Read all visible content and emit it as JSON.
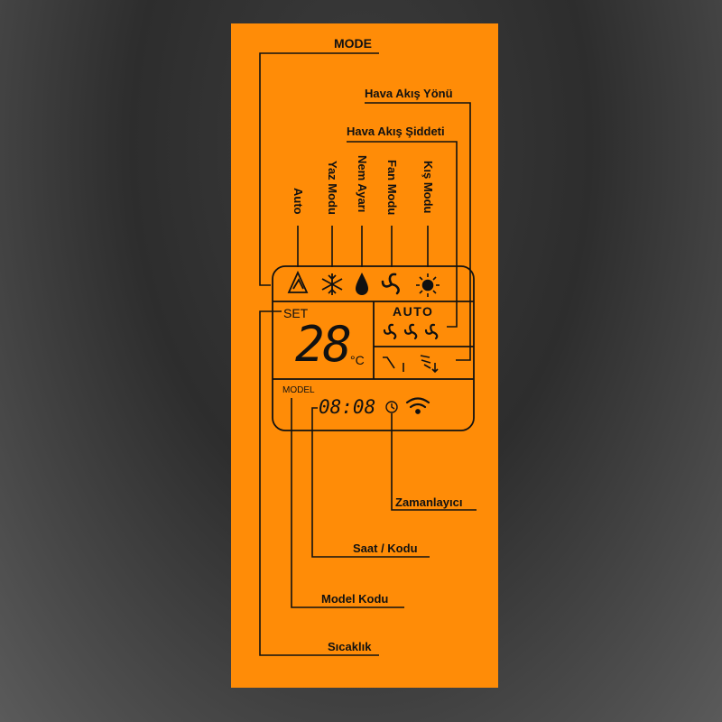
{
  "labels": {
    "mode": "MODE",
    "airflow_direction": "Hava Akış Yönü",
    "airflow_strength": "Hava Akış Şiddeti",
    "timer": "Zamanlayıcı",
    "clock_code": "Saat / Kodu",
    "model_code": "Model Kodu",
    "temperature": "Sıcaklık"
  },
  "mode_labels": [
    "Auto",
    "Yaz Modu",
    "Nem Ayarı",
    "Fan Modu",
    "Kış Modu"
  ],
  "display": {
    "set": "SET",
    "temperature": "28",
    "unit": "°C",
    "fan_auto": "AUTO",
    "model": "MODEL",
    "clock": "08:08"
  },
  "icons": [
    "auto-mode-icon",
    "snowflake-icon",
    "water-drop-icon",
    "fan-icon",
    "sun-icon",
    "fan-speed-icon",
    "swing-icon",
    "clock-icon",
    "wifi-icon"
  ],
  "colors": {
    "panel": "#ff8c07",
    "ink": "#111111"
  }
}
